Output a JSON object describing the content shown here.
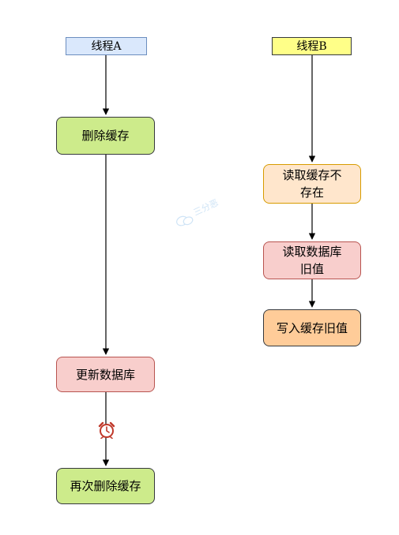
{
  "thread_a": {
    "header": "线程A",
    "step1": "删除缓存",
    "step2": "更新数据库",
    "step3": "再次删除缓存"
  },
  "thread_b": {
    "header": "线程B",
    "step1_line1": "读取缓存不",
    "step1_line2": "存在",
    "step2_line1": "读取数据库",
    "step2_line2": "旧值",
    "step3": "写入缓存旧值"
  },
  "watermark": {
    "text": "三分恶"
  },
  "colors": {
    "header_a_fill": "#dae8fc",
    "header_a_border": "#6c8ebf",
    "header_b_fill": "#ffff88",
    "header_b_border": "#36393d",
    "green_fill": "#cdeb8b",
    "green_border": "#36393d",
    "pink_fill": "#f8cecc",
    "pink_border": "#b85450",
    "light_orange_fill": "#ffe6cc",
    "light_orange_border": "#d79b00",
    "orange_fill": "#ffcc99",
    "orange_border": "#36393d"
  },
  "icons": {
    "clock": "alarm-clock-icon",
    "watermark_logo": "wechat-bubble-icon"
  }
}
